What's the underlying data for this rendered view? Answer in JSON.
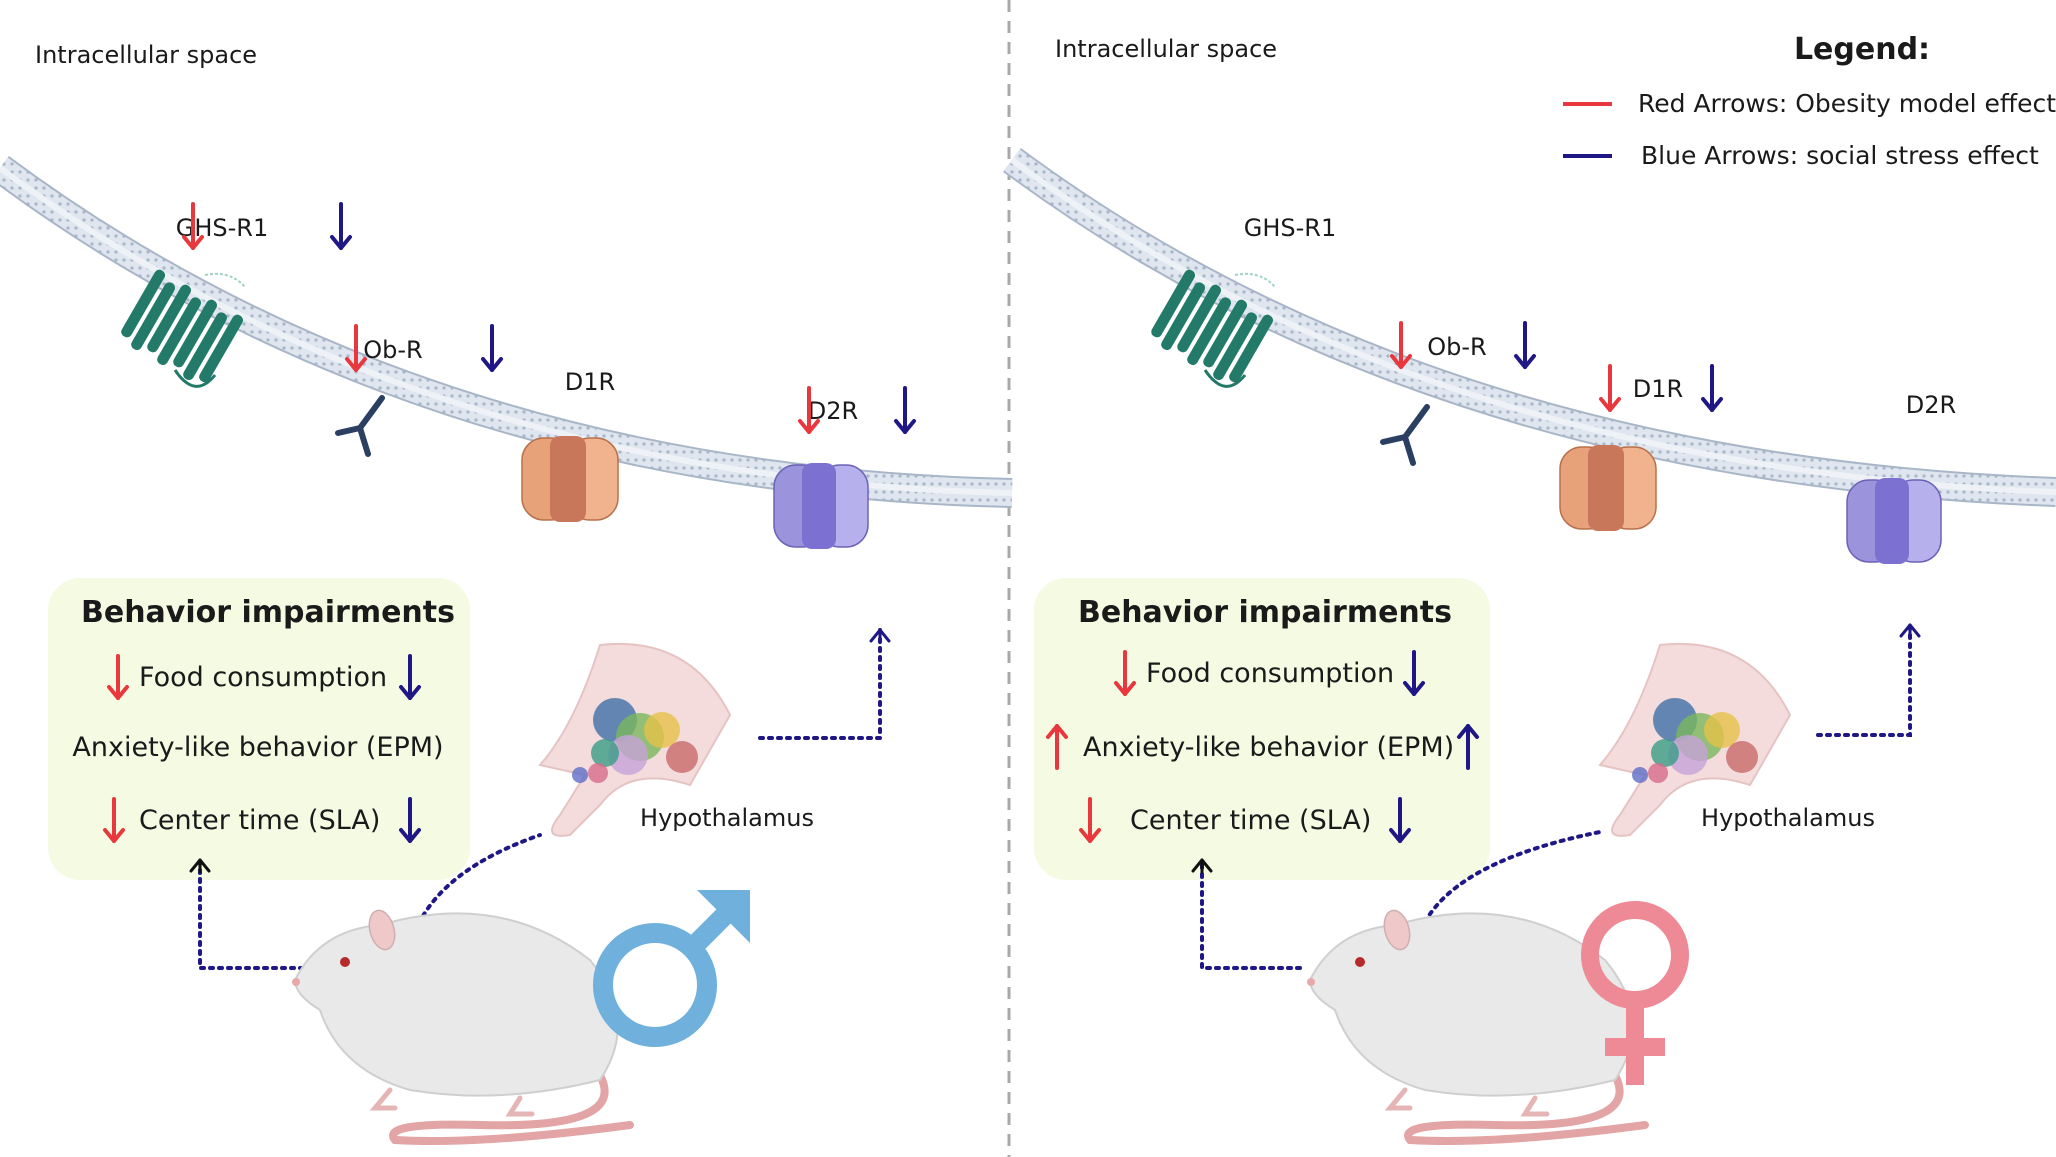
{
  "colors": {
    "red_arrow": "#e8383d",
    "blue_arrow": "#1f1786",
    "behavior_box": "#f5fae3",
    "membrane": "#c9d3e2",
    "ghs_r1": "#237a68",
    "ob_r": "#2b3f63",
    "d1r": "#e7a27a",
    "d2r": "#9b93dc",
    "male_symbol": "#6fb0dc",
    "female_symbol": "#ee8a95",
    "rat_body": "#e9e9e9",
    "rat_tail": "#e2a4a4"
  },
  "legend": {
    "title": "Legend:",
    "red": "Red Arrows: Obesity model effect",
    "blue": "Blue Arrows: social stress effect"
  },
  "panels": [
    {
      "sex": "male",
      "space_label": "Intracellular space",
      "receptors": {
        "ghs_r1": {
          "label": "GHS-R1",
          "red": "down",
          "blue": "down"
        },
        "ob_r": {
          "label": "Ob-R",
          "red": "down",
          "blue": "down"
        },
        "d1r": {
          "label": "D1R",
          "red": "none",
          "blue": "none"
        },
        "d2r": {
          "label": "D2R",
          "red": "down",
          "blue": "down"
        }
      },
      "behavior": {
        "title": "Behavior impairments",
        "items": [
          {
            "label": "Food consumption",
            "red": "down",
            "blue": "down"
          },
          {
            "label": "Anxiety-like behavior (EPM)",
            "red": "none",
            "blue": "none"
          },
          {
            "label": "Center time (SLA)",
            "red": "down",
            "blue": "down"
          }
        ]
      },
      "brain_label": "Hypothalamus"
    },
    {
      "sex": "female",
      "space_label": "Intracellular space",
      "receptors": {
        "ghs_r1": {
          "label": "GHS-R1",
          "red": "none",
          "blue": "none"
        },
        "ob_r": {
          "label": "Ob-R",
          "red": "down",
          "blue": "down"
        },
        "d1r": {
          "label": "D1R",
          "red": "down",
          "blue": "down"
        },
        "d2r": {
          "label": "D2R",
          "red": "none",
          "blue": "none"
        }
      },
      "behavior": {
        "title": "Behavior impairments",
        "items": [
          {
            "label": "Food consumption",
            "red": "down",
            "blue": "down"
          },
          {
            "label": "Anxiety-like behavior (EPM)",
            "red": "up",
            "blue": "up"
          },
          {
            "label": "Center time (SLA)",
            "red": "down",
            "blue": "down"
          }
        ]
      },
      "brain_label": "Hypothalamus"
    }
  ]
}
